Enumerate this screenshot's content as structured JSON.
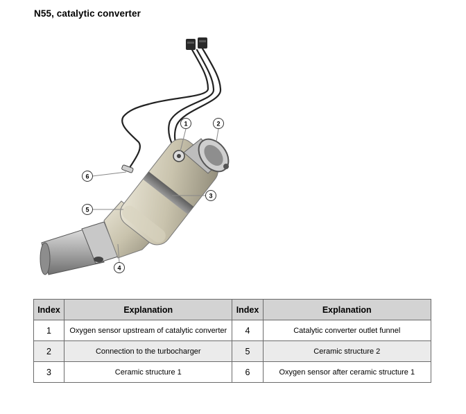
{
  "title": "N55, catalytic converter",
  "callouts": [
    "1",
    "2",
    "3",
    "4",
    "5",
    "6"
  ],
  "table": {
    "headers": [
      "Index",
      "Explanation",
      "Index",
      "Explanation"
    ],
    "rows": [
      {
        "left_index": "1",
        "left_text": "Oxygen sensor upstream of catalytic converter",
        "right_index": "4",
        "right_text": "Catalytic converter outlet funnel"
      },
      {
        "left_index": "2",
        "left_text": "Connection to the turbocharger",
        "right_index": "5",
        "right_text": "Ceramic structure 2"
      },
      {
        "left_index": "3",
        "left_text": "Ceramic structure 1",
        "right_index": "6",
        "right_text": "Oxygen sensor after ceramic structure 1"
      }
    ]
  }
}
